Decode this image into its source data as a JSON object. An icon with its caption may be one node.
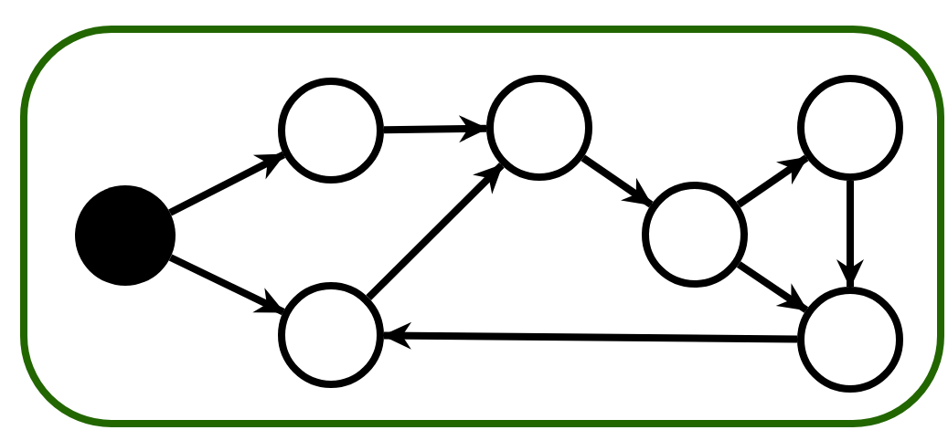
{
  "diagram": {
    "nodes": [
      {
        "text": [],
        "shape": "box"
      },
      {
        "text": [],
        "shape": "dot",
        "in": 0
      },
      {
        "text": [],
        "shape": "circle",
        "in": 0
      },
      {
        "text": [],
        "shape": "circle",
        "in": 0
      },
      {
        "text": [],
        "shape": "circle",
        "in": 0
      },
      {
        "text": [],
        "shape": "circle",
        "in": 0
      },
      {
        "text": [],
        "shape": "circle",
        "in": 0
      },
      {
        "text": [],
        "shape": "circle",
        "in": 0
      }
    ],
    "edges": [
      {
        "from": 1,
        "to": 2,
        "arrow": "to"
      },
      {
        "from": 1,
        "to": 3,
        "arrow": "to"
      },
      {
        "from": 2,
        "to": 4,
        "arrow": "to"
      },
      {
        "from": 3,
        "to": 4,
        "arrow": "to"
      },
      {
        "from": 4,
        "to": 5,
        "arrow": "to"
      },
      {
        "from": 5,
        "to": 6,
        "arrow": "to"
      },
      {
        "from": 6,
        "to": 7,
        "arrow": "to"
      },
      {
        "from": 5,
        "to": 7,
        "arrow": "to"
      },
      {
        "from": 7,
        "to": 3,
        "arrow": "to"
      }
    ]
  }
}
